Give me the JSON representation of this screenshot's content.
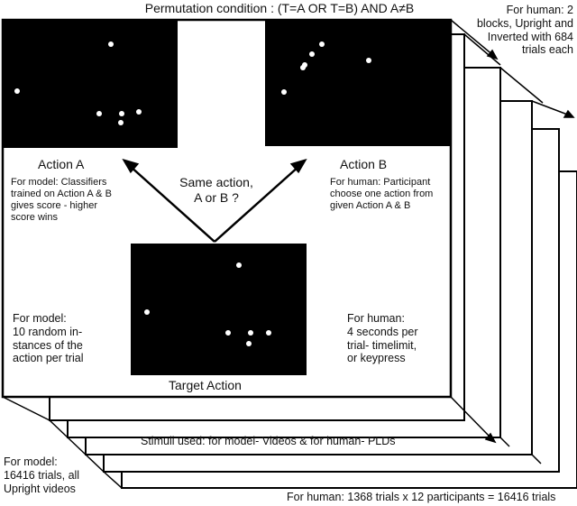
{
  "title": "Permutation condition : (T=A OR T=B) AND A≠B",
  "top_right_note": "For human: 2\nblocks, Upright and\nInverted with 684\ntrials each",
  "action_a": {
    "label": "Action A",
    "note": "For model: Classifiers\ntrained on Action A & B\ngives score - higher\nscore wins"
  },
  "action_b": {
    "label": "Action B",
    "note": "For human: Participant\nchoose one action from\ngiven Action A & B"
  },
  "question": "Same action,\nA or B ?",
  "target": {
    "label": "Target Action"
  },
  "model_note": "For model:\n10 random in-\nstances of the\naction per trial",
  "human_note": "For human:\n4 seconds per\ntrial- timelimit,\nor keypress",
  "stimuli_note": "Stimuli used: for model- Videos & for human- PLDs",
  "bottom_left_note": "For model:\n16416 trials, all\nUpright videos",
  "bottom_right_note": "For human: 1368 trials x 12 participants = 16416 trials",
  "colors": {
    "panel": "#000000",
    "dot": "#ffffff",
    "line": "#000000"
  }
}
